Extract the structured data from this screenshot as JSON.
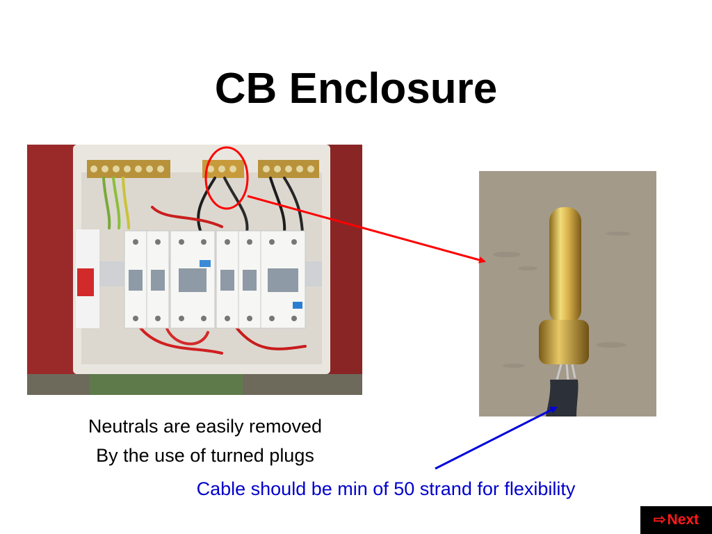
{
  "slide": {
    "title": "CB Enclosure"
  },
  "photos": {
    "panel_alt": "circuit breaker enclosure photo",
    "plug_alt": "turned brass plug photo"
  },
  "captions": {
    "line1": "Neutrals are easily removed",
    "line2": "By the use of turned plugs",
    "cable_note": "Cable should be min of 50 strand for flexibility"
  },
  "navigation": {
    "next_label": "Next",
    "next_icon": "outline-right-arrow-icon"
  },
  "colors": {
    "title": "#000000",
    "note": "#0000cc",
    "highlight_circle": "#ff0000",
    "pointer_arrow_red": "#ff0000",
    "pointer_arrow_blue": "#0000dd",
    "next_bg": "#000000",
    "next_text": "#ff1a1a"
  }
}
